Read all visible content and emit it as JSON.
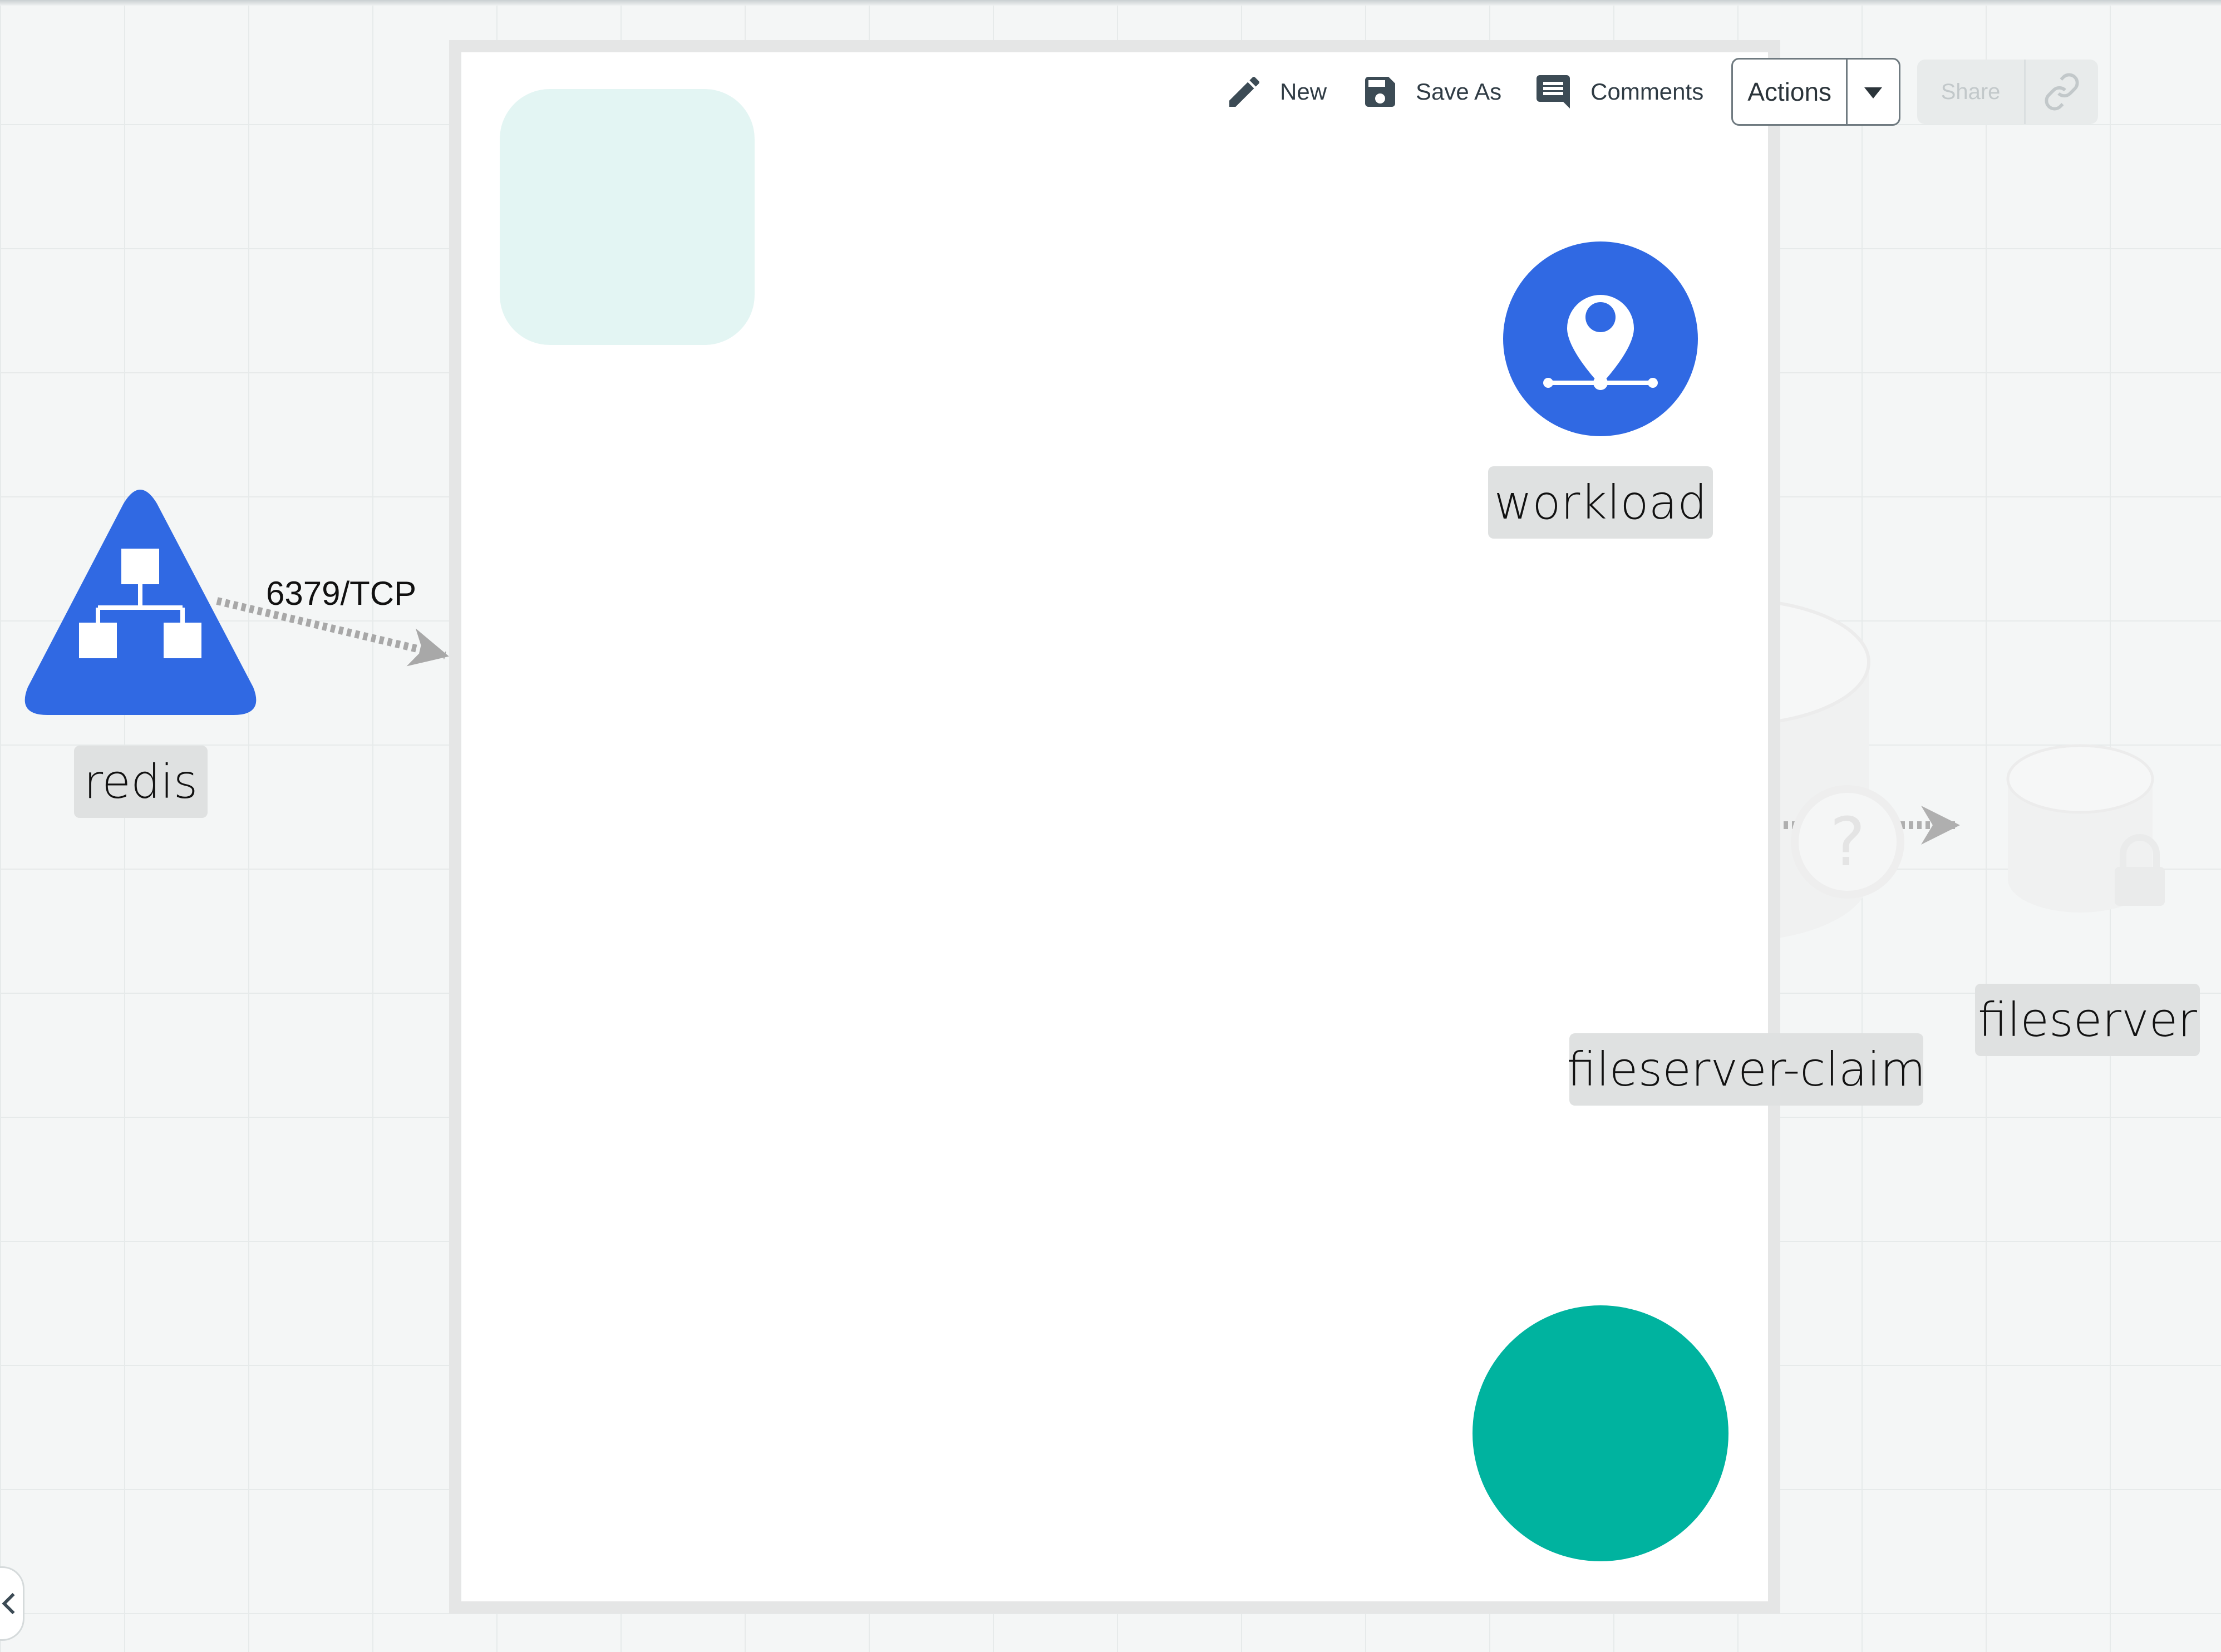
{
  "toolbar": {
    "new_label": "New",
    "save_as_label": "Save As",
    "comments_label": "Comments",
    "actions_label": "Actions",
    "share_label": "Share"
  },
  "nodes": {
    "redis": {
      "label": "redis",
      "icon": "service-triangle-icon",
      "color": "#3069e3"
    },
    "workload": {
      "label": "workload",
      "icon": "pin-icon",
      "color": "#3069e3"
    },
    "fileserver_claim": {
      "label": "fileserver-claim",
      "icon": "pvc-database-icon"
    },
    "fileserver": {
      "label": "fileserver",
      "icon": "pv-database-lock-icon"
    },
    "teal_circle": {
      "color": "#00b39f"
    },
    "mint_rect": {
      "color": "#e3f5f3"
    }
  },
  "edges": {
    "redis_port_label": "6379/TCP"
  },
  "colors": {
    "accent_blue": "#3069e3",
    "accent_teal": "#00b39f",
    "edge_gray": "#a6a6a6"
  }
}
